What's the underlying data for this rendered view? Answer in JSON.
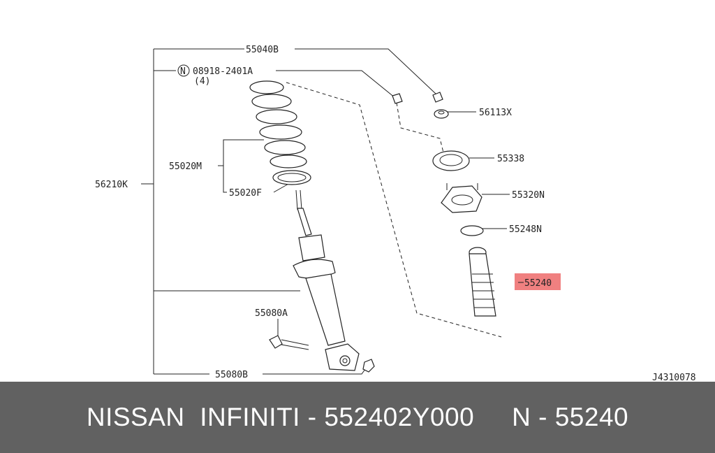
{
  "diagram": {
    "labels": {
      "p55040B": "55040B",
      "p08918": "08918-2401A",
      "n_symbol": "N",
      "qty": "(4)",
      "p56113X": "56113X",
      "p55338": "55338",
      "p55020M": "55020M",
      "p55020F": "55020F",
      "p56210K": "56210K",
      "p55320N": "55320N",
      "p55248N": "55248N",
      "p55240": "55240",
      "p55080A": "55080A",
      "p55080B": "55080B",
      "code": "J4310078"
    },
    "highlight_color": "#f08080"
  },
  "footer": {
    "text": "NISSAN  INFINITI - 552402Y000     N - 55240",
    "bg_color": "#616161"
  }
}
